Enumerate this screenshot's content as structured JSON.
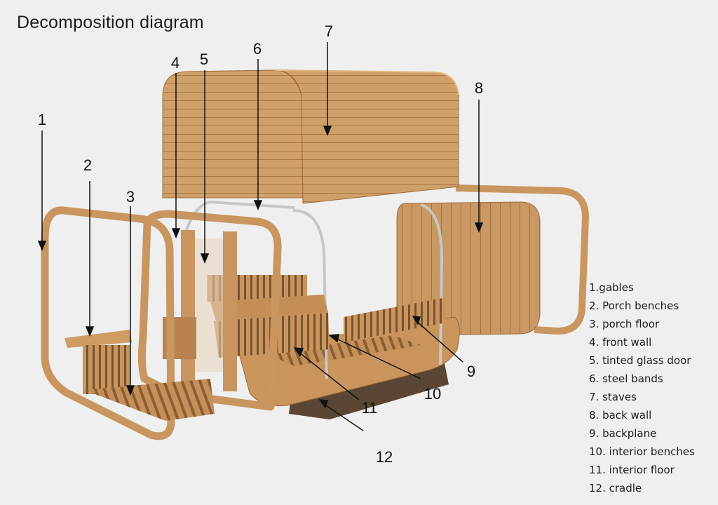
{
  "title": "Decomposition diagram",
  "colors": {
    "background": "#efefef",
    "wood_light": "#d4a36c",
    "wood_mid": "#c08a55",
    "wood_dark": "#a3713f",
    "steel": "#c6c6c6",
    "cradle": "#5a4632"
  },
  "callouts": [
    "1",
    "2",
    "3",
    "4",
    "5",
    "6",
    "7",
    "8",
    "9",
    "10",
    "11",
    "12"
  ],
  "legend": [
    "1.gables",
    "2. Porch benches",
    "3. porch floor",
    "4. front wall",
    "5. tinted glass door",
    "6. steel bands",
    "7. staves",
    "8. back wall",
    "9. backplane",
    "10. interior benches",
    "11. interior floor",
    "12. cradle"
  ]
}
